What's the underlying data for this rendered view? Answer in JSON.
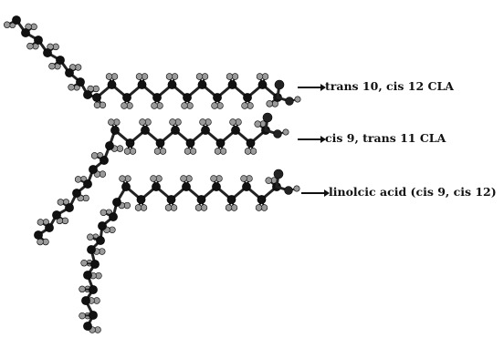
{
  "labels": {
    "cla_t10c12": "trans 10, cis 12 CLA",
    "cla_c9t11": "cis 9, trans 11 CLA",
    "linoleic": "linolcic acid (cis 9, cis 12)"
  },
  "colors": {
    "carbon": "#111111",
    "hydrogen": "#9a9a9a",
    "oxygen": "#222222",
    "bond": "#222222"
  }
}
